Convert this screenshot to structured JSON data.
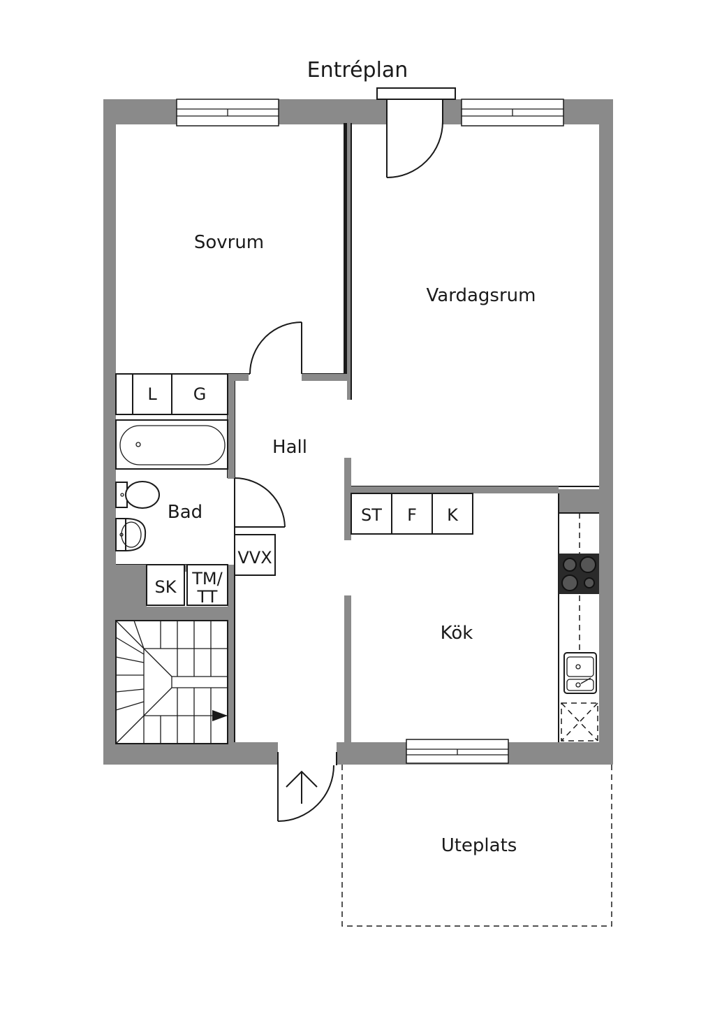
{
  "plan": {
    "title": "Entréplan",
    "rooms": {
      "sovrum": "Sovrum",
      "vardagsrum": "Vardagsrum",
      "hall": "Hall",
      "bad": "Bad",
      "kok": "Kök",
      "uteplats": "Uteplats"
    },
    "fixtures": {
      "linen": "L",
      "wardrobe": "G",
      "vvx": "VVX",
      "sk": "SK",
      "tm_line1": "TM/",
      "tm_line2": "TT",
      "st": "ST",
      "fridge": "F",
      "freezer": "K"
    }
  },
  "colors": {
    "wall": "#8a8a8a",
    "line": "#1a1a1a",
    "background": "#ffffff"
  }
}
